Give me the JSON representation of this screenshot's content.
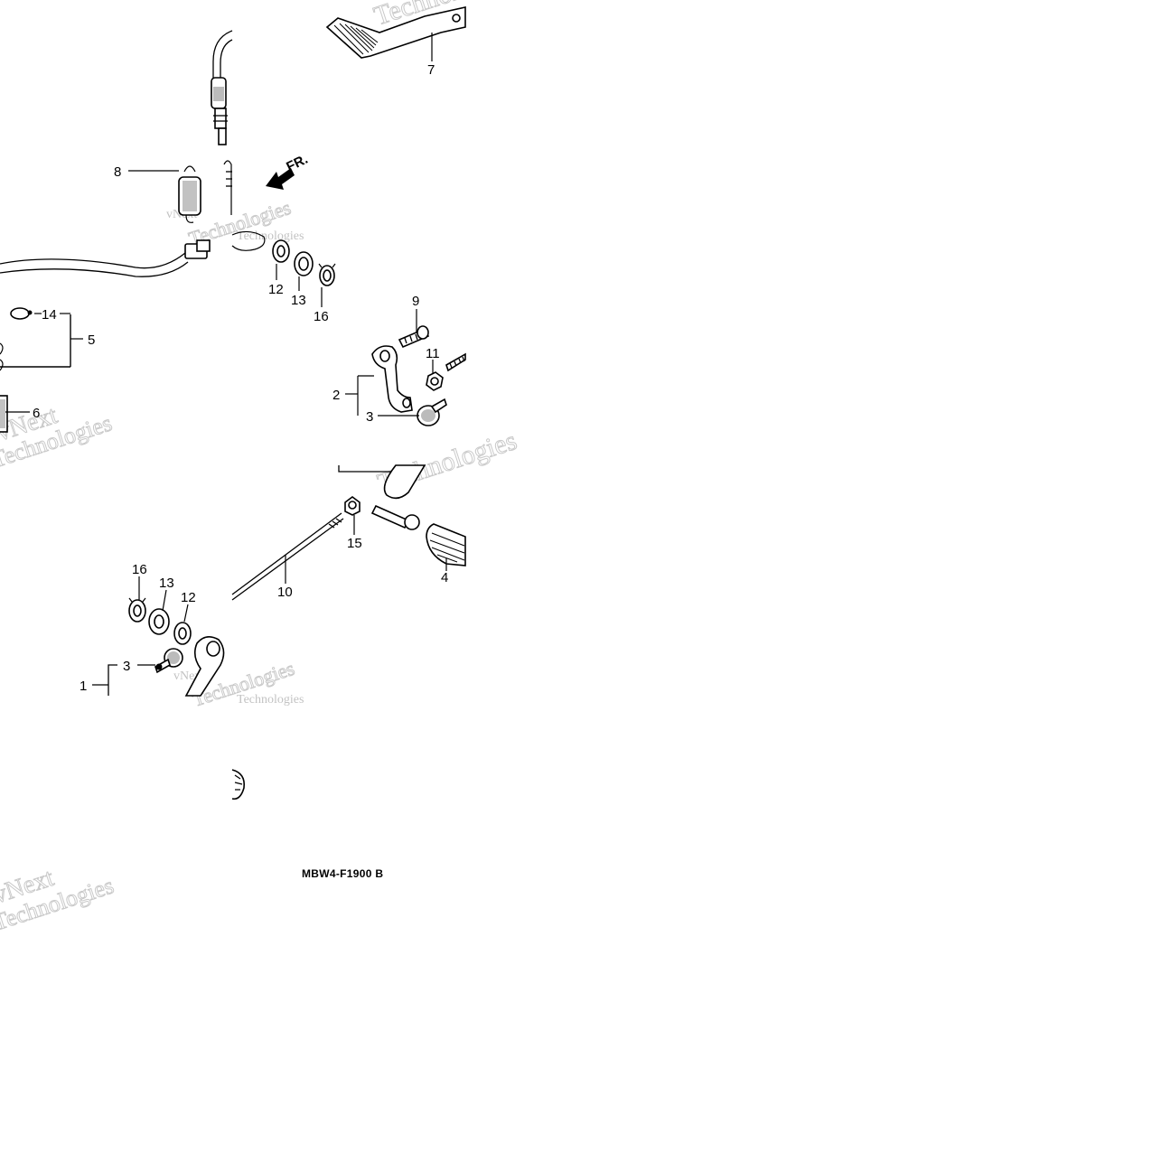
{
  "diagram": {
    "callouts": {
      "c1": "1",
      "c2": "2",
      "c3a": "3",
      "c3b": "3",
      "c4": "4",
      "c5": "5",
      "c6": "6",
      "c7": "7",
      "c8": "8",
      "c9": "9",
      "c10": "10",
      "c11": "11",
      "c12a": "12",
      "c12b": "12",
      "c13a": "13",
      "c13b": "13",
      "c14": "14",
      "c15": "15",
      "c16a": "16",
      "c16b": "16"
    },
    "direction_label": "FR.",
    "diagram_code": "MBW4-F1900 B",
    "watermark": {
      "brand": "vNext",
      "word": "Technologies"
    }
  }
}
